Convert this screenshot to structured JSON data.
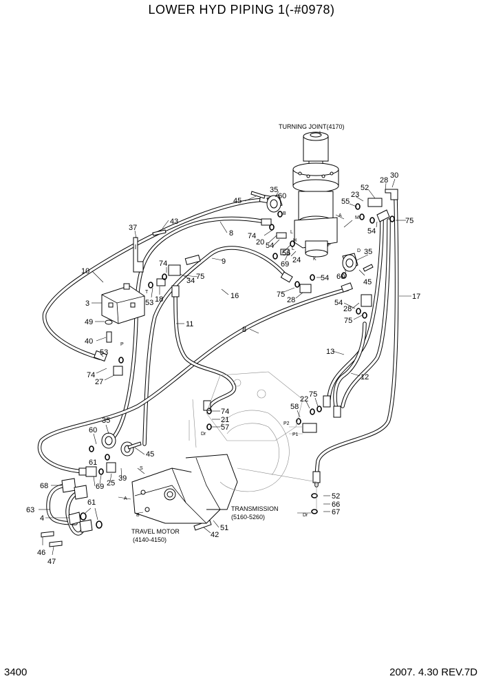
{
  "header": {
    "title": "LOWER HYD PIPING 1(-#0978)"
  },
  "footer": {
    "page_number": "3400",
    "revision": "2007. 4.30  REV.7D"
  },
  "captions": {
    "turning_joint": "TURNING JOINT(4170)",
    "transmission_1": "TRANSMISSION",
    "transmission_2": "(5160-5260)",
    "travel_motor_1": "TRAVEL MOTOR",
    "travel_motor_2": "(4140-4150)"
  },
  "port_letters": [
    "A",
    "M",
    "B",
    "L",
    "H",
    "K",
    "P",
    "D",
    "T",
    "P",
    "Dr",
    "P2",
    "P1",
    "S",
    "A",
    "B",
    "Dr"
  ],
  "callouts": [
    "30",
    "28",
    "52",
    "23",
    "55",
    "75",
    "54",
    "35",
    "60",
    "45",
    "74",
    "20",
    "54",
    "56",
    "24",
    "69",
    "L",
    "54",
    "60",
    "35",
    "45",
    "54",
    "28",
    "75",
    "17",
    "37",
    "43",
    "8",
    "74",
    "9",
    "34",
    "75",
    "53",
    "18",
    "10",
    "16",
    "75",
    "28",
    "3",
    "49",
    "40",
    "11",
    "8",
    "13",
    "12",
    "53",
    "74",
    "27",
    "74",
    "21",
    "57",
    "22",
    "75",
    "58",
    "35",
    "60",
    "45",
    "61",
    "69",
    "39",
    "25",
    "68",
    "63",
    "4",
    "61",
    "46",
    "47",
    "51",
    "42",
    "52",
    "66",
    "67"
  ]
}
